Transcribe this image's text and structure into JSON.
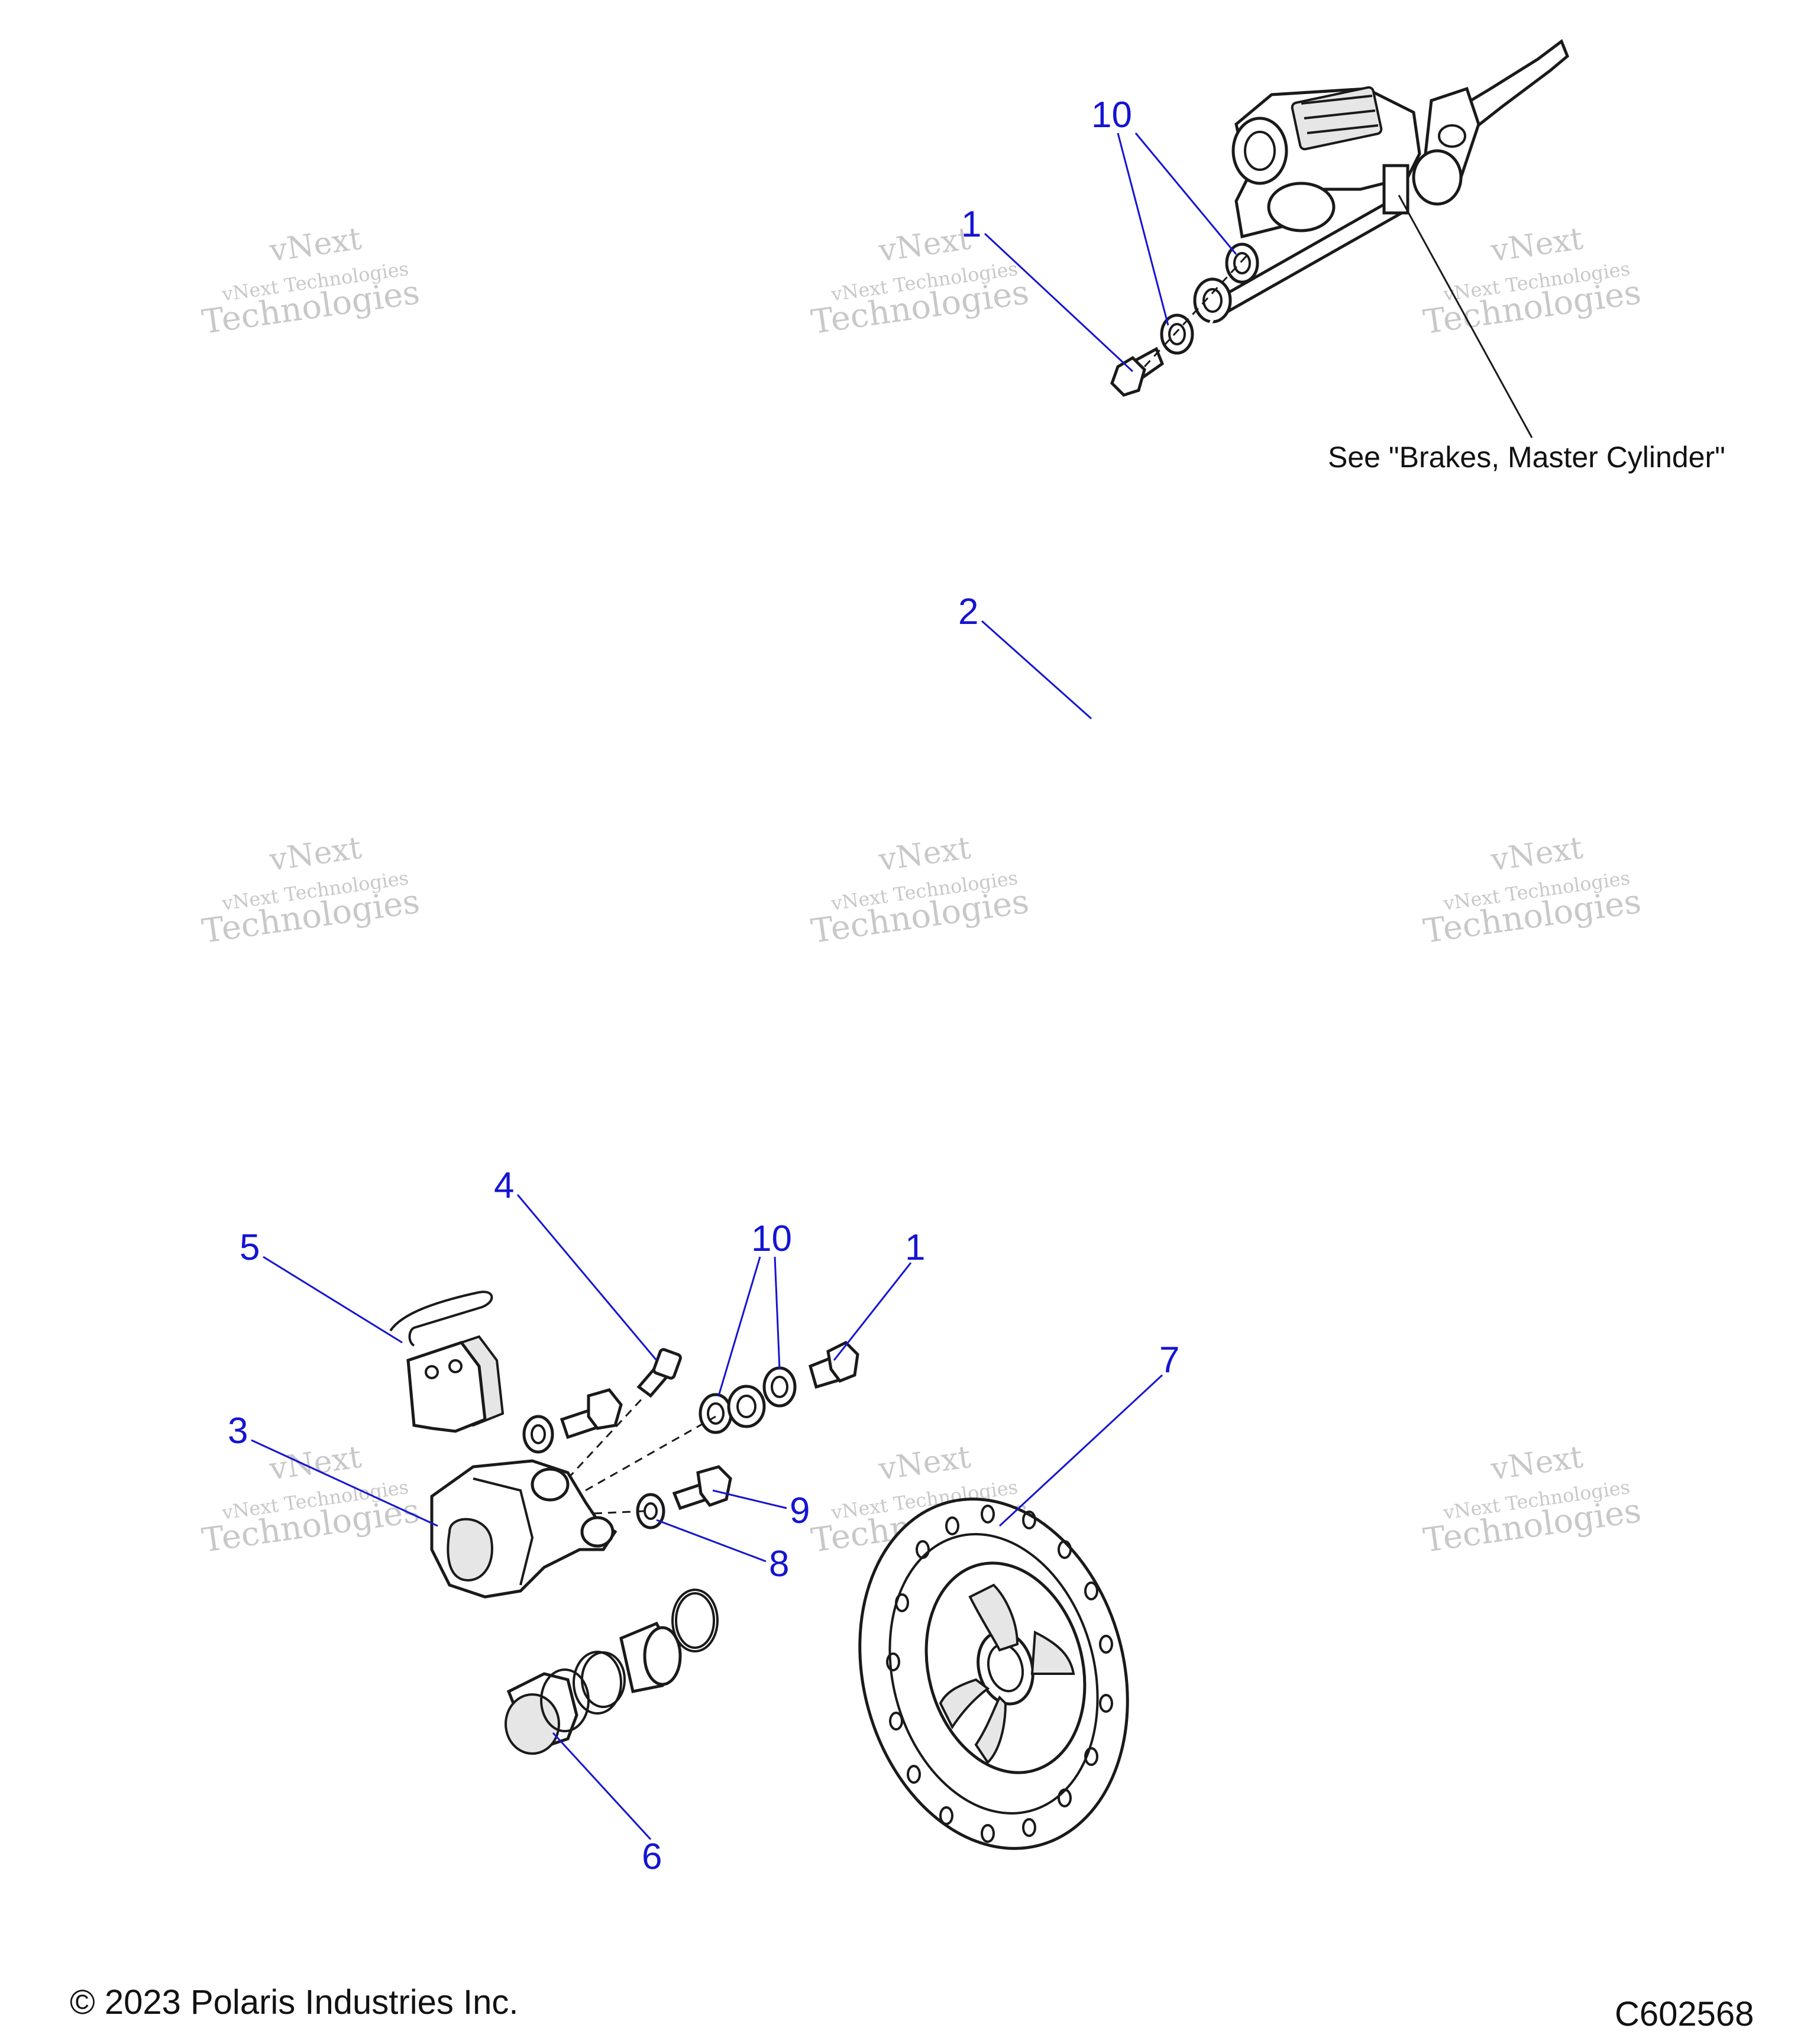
{
  "callouts": {
    "c10_top": "10",
    "c1_top": "1",
    "c2": "2",
    "c4": "4",
    "c5": "5",
    "c10_bottom": "10",
    "c1_bottom": "1",
    "c7": "7",
    "c3": "3",
    "c9": "9",
    "c8": "8",
    "c6": "6"
  },
  "reference_note": "See \"Brakes, Master Cylinder\"",
  "watermark": {
    "line1": "vNext",
    "line2": "vNext Technologies",
    "line3": "Technologies"
  },
  "footer": {
    "copyright": "© 2023 Polaris Industries Inc.",
    "figure_code": "C602568"
  },
  "colors": {
    "callout": "#1414d2",
    "line_art": "#1a1a1a",
    "watermark": "#9c9c9c"
  }
}
